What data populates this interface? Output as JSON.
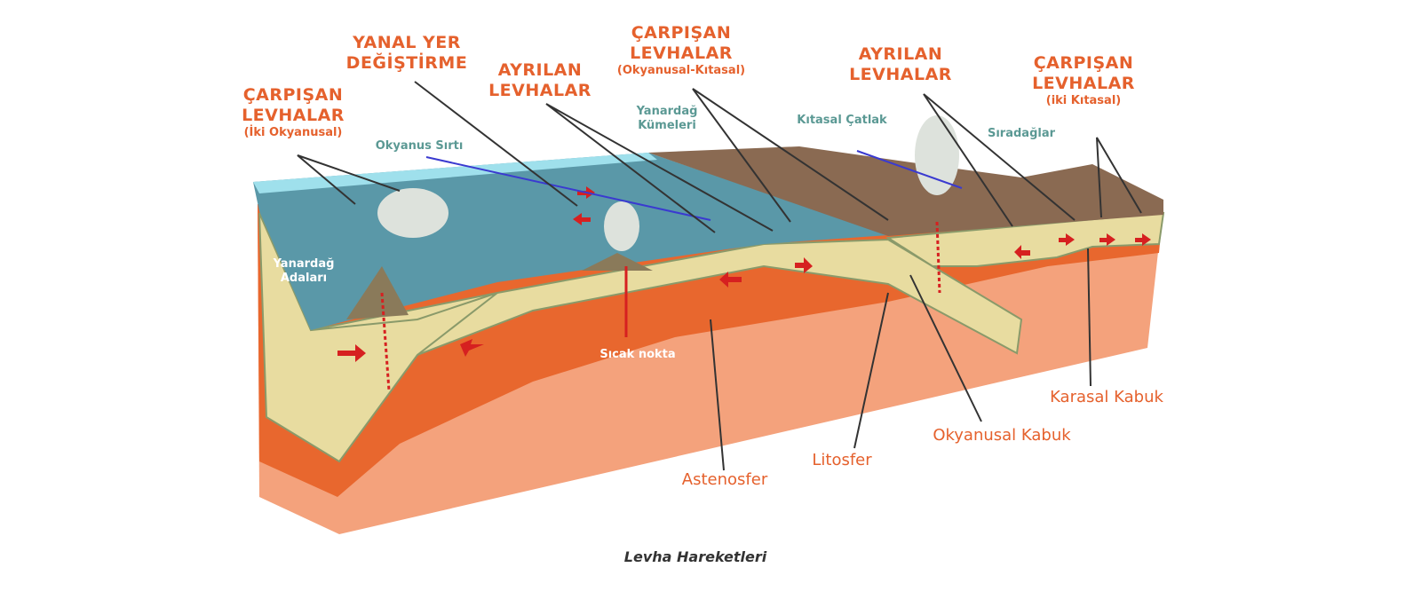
{
  "labels": {
    "collision_oceanic": {
      "title1": "ÇARPIŞAN",
      "title2": "LEVHALAR",
      "sub": "(İki Okyanusal)"
    },
    "transform": {
      "title1": "YANAL YER",
      "title2": "DEĞİŞTİRME"
    },
    "divergent1": {
      "title1": "AYRILAN",
      "title2": "LEVHALAR"
    },
    "collision_oc_cont": {
      "title1": "ÇARPIŞAN",
      "title2": "LEVHALAR",
      "sub": "(Okyanusal-Kıtasal)"
    },
    "divergent2": {
      "title1": "AYRILAN",
      "title2": "LEVHALAR"
    },
    "collision_cont": {
      "title1": "ÇARPIŞAN",
      "title2": "LEVHALAR",
      "sub": "(iki Kıtasal)"
    }
  },
  "features": {
    "ocean_ridge": "Okyanus Sırtı",
    "volcano_cluster1": "Yanardağ",
    "volcano_cluster2": "Kümeleri",
    "continental_rift": "Kıtasal Çatlak",
    "mountain_range": "Sıradağlar",
    "volcanic_islands1": "Yanardağ",
    "volcanic_islands2": "Adaları",
    "hot_spot": "Sıcak nokta"
  },
  "layers": {
    "continental_crust": "Karasal Kabuk",
    "oceanic_crust": "Okyanusal Kabuk",
    "lithosphere": "Litosfer",
    "asthenosphere": "Astenosfer"
  },
  "caption": "Levha Hareketleri",
  "colors": {
    "accent": "#e5612d",
    "teal": "#5b9994",
    "ocean": "#5a98a8",
    "mantle": "#e8672e",
    "crust": "#e8dca0"
  }
}
